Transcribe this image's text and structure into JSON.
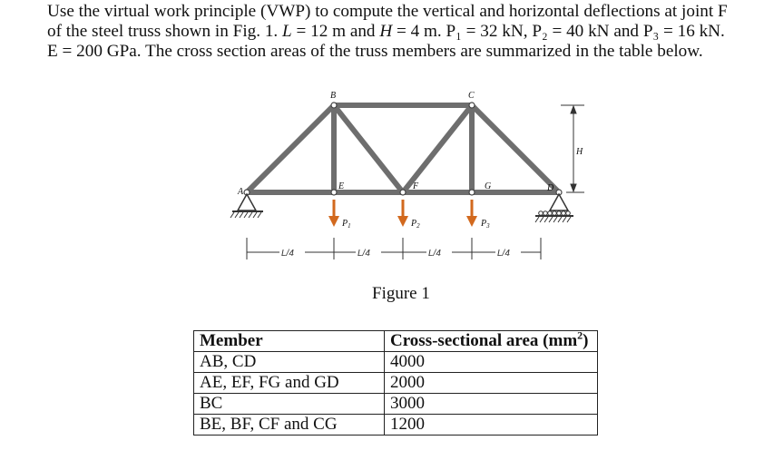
{
  "problem": {
    "line1": "Use the virtual work principle (VWP) to compute the vertical and horizontal deflections at joint F",
    "line2_a": "of the steel truss shown in Fig. 1. ",
    "line2_L": "L",
    "line2_b": " = 12 m and ",
    "line2_H": "H",
    "line2_c": " = 4 m.  P₁ = 32 kN, P₂ = 40 kN and P₃ = 16 kN.",
    "line3": "E = 200 GPa.  The cross section areas of the truss members are summarized in the table below."
  },
  "figure": {
    "caption": "Figure 1",
    "joint_labels": {
      "A": "A",
      "B": "B",
      "C": "C",
      "D": "D",
      "E": "E",
      "F": "F",
      "G": "G"
    },
    "load_labels": {
      "P1": "P",
      "P1_sub": "1",
      "P2": "P",
      "P2_sub": "2",
      "P3": "P",
      "P3_sub": "3"
    },
    "height_label": "H",
    "span_labels": [
      "L/4",
      "L/4",
      "L/4",
      "L/4"
    ],
    "colors": {
      "member": "#6e6e6e",
      "load_arrow": "#d2691e",
      "support": "#333333"
    }
  },
  "table": {
    "header": {
      "member": "Member",
      "area_prefix": "Cross-sectional area (mm",
      "area_sup": "2",
      "area_suffix": ")"
    },
    "rows": [
      {
        "member": "AB, CD",
        "area": "4000"
      },
      {
        "member": "AE, EF, FG and GD",
        "area": "2000"
      },
      {
        "member": "BC",
        "area": "3000"
      },
      {
        "member": "BE, BF, CF and CG",
        "area": "1200"
      }
    ]
  }
}
